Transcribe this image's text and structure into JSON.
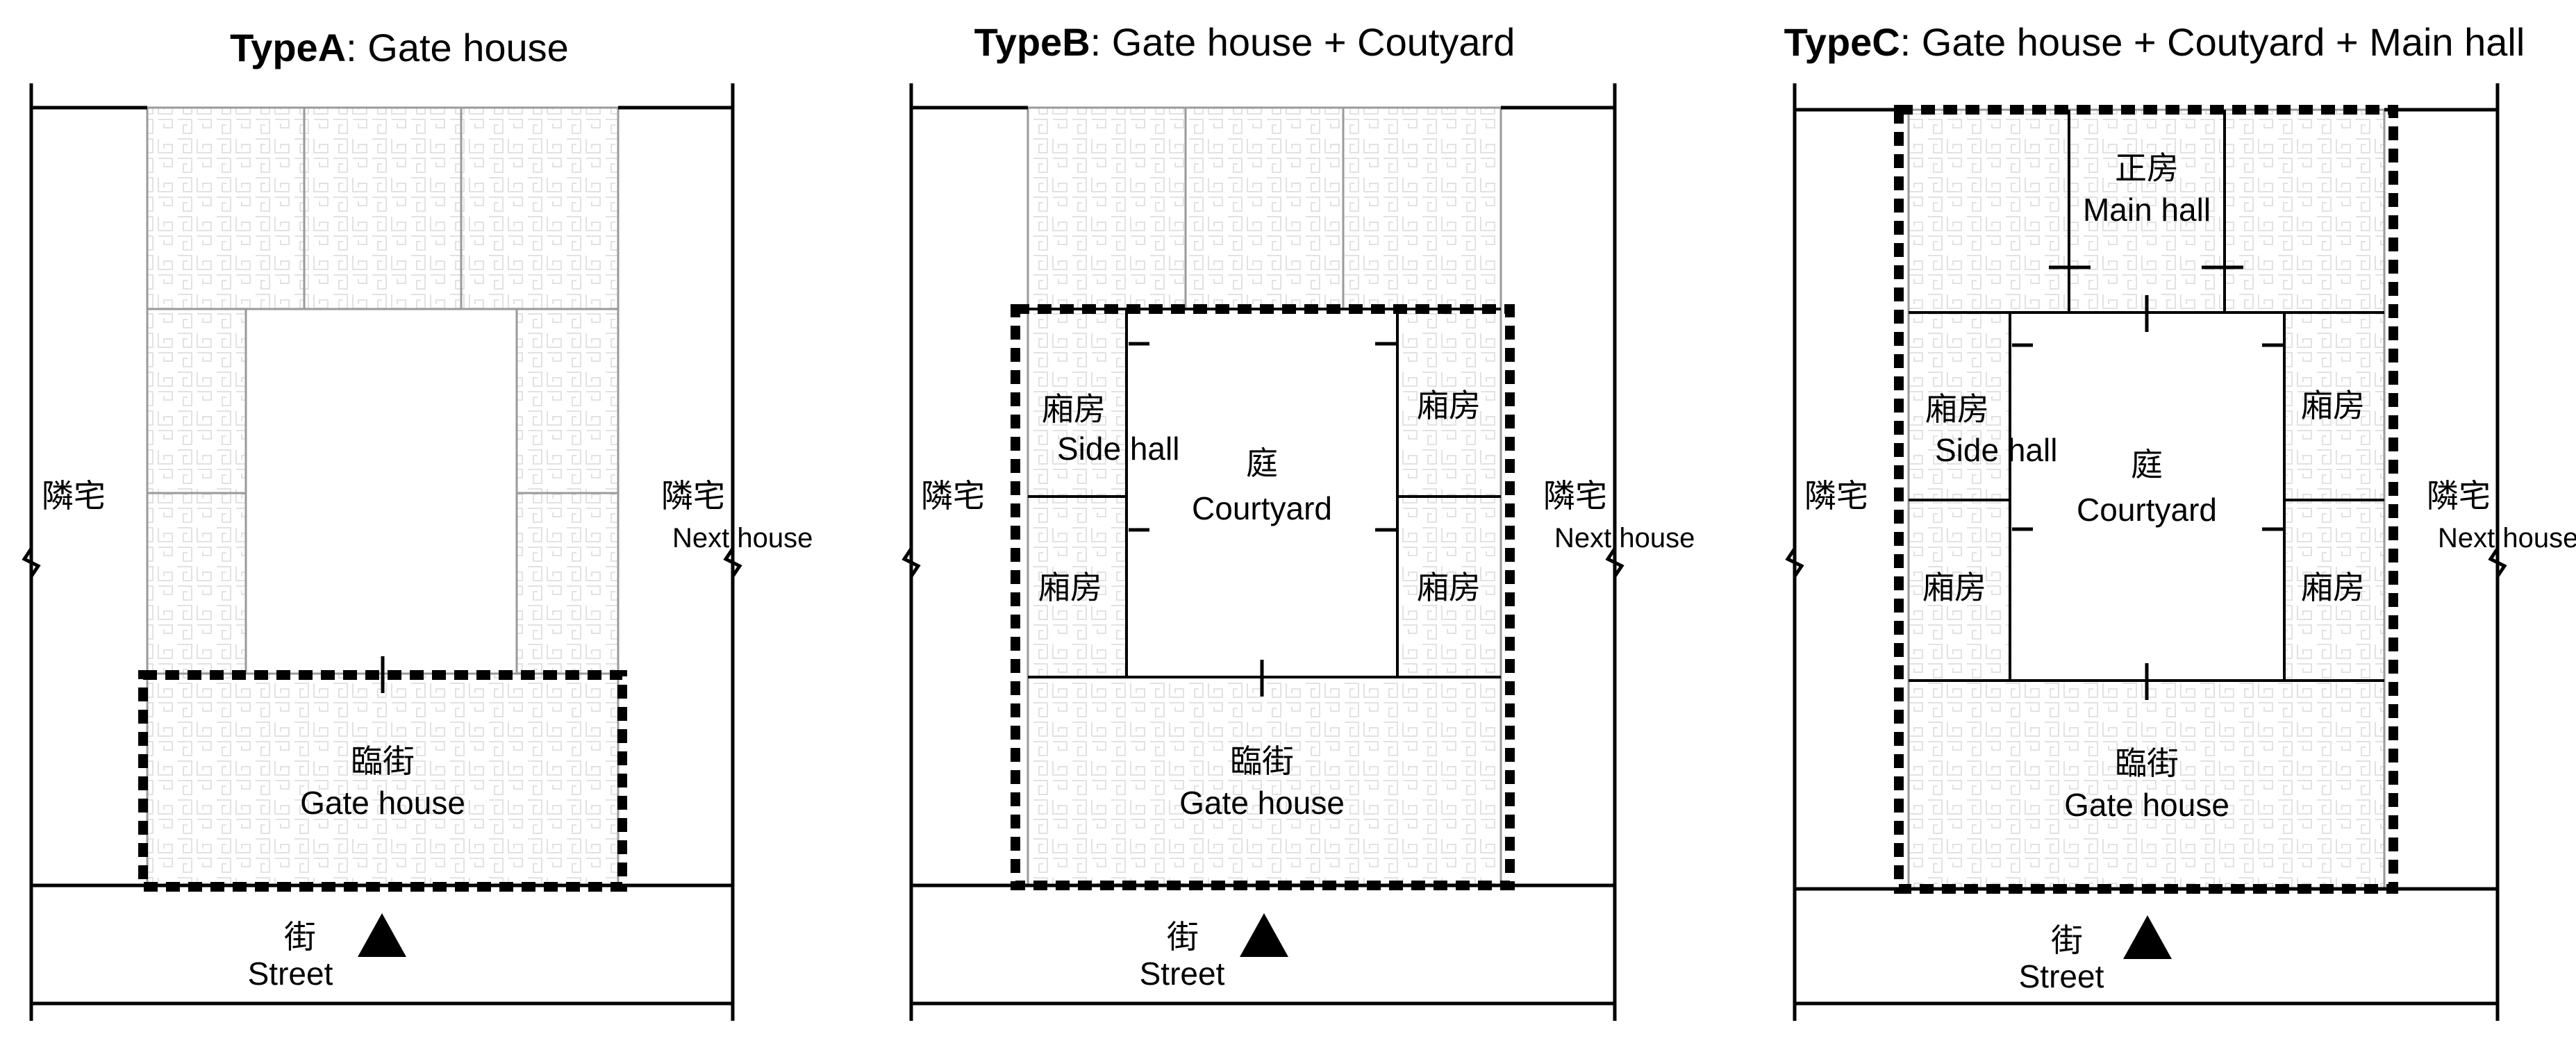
{
  "panels": [
    {
      "id": "A",
      "title_bold": "TypeA",
      "title_rest": ": Gate house",
      "labels": {
        "neighbor_left": "隣宅",
        "neighbor_right_cn": "隣宅",
        "neighbor_right_en": "Next house",
        "gate_cn": "臨街",
        "gate_en": "Gate house",
        "street_cn": "街",
        "street_en": "Street"
      }
    },
    {
      "id": "B",
      "title_bold": "TypeB",
      "title_rest": ": Gate house + Coutyard",
      "labels": {
        "neighbor_left": "隣宅",
        "neighbor_right_cn": "隣宅",
        "neighbor_right_en": "Next house",
        "side_cn_tl": "廂房",
        "side_en": "Side hall",
        "side_cn_tr": "廂房",
        "side_cn_bl": "廂房",
        "side_cn_br": "廂房",
        "court_cn": "庭",
        "court_en": "Courtyard",
        "gate_cn": "臨街",
        "gate_en": "Gate house",
        "street_cn": "街",
        "street_en": "Street"
      }
    },
    {
      "id": "C",
      "title_bold": "TypeC",
      "title_rest": ": Gate house + Coutyard + Main hall",
      "labels": {
        "neighbor_left": "隣宅",
        "neighbor_right_cn": "隣宅",
        "neighbor_right_en": "Next house",
        "main_cn": "正房",
        "main_en": "Main hall",
        "side_cn_tl": "廂房",
        "side_en": "Side hall",
        "side_cn_tr": "廂房",
        "side_cn_bl": "廂房",
        "side_cn_br": "廂房",
        "court_cn": "庭",
        "court_en": "Courtyard",
        "gate_cn": "臨街",
        "gate_en": "Gate house",
        "street_cn": "街",
        "street_en": "Street"
      }
    }
  ]
}
